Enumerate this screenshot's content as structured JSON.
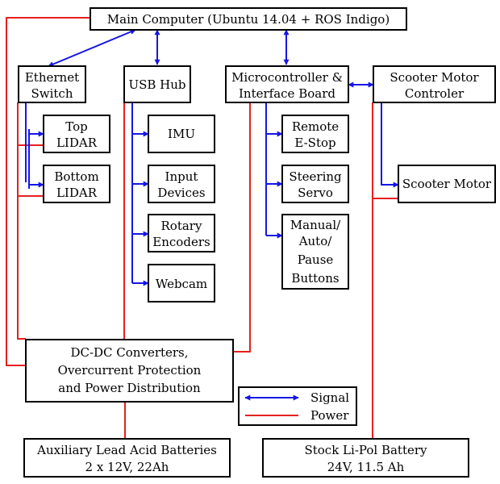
{
  "colors": {
    "signal": "#1515e6",
    "power": "#e62020",
    "box_border": "#000000"
  },
  "boxes": {
    "main_computer": [
      "Main Computer (Ubuntu 14.04 + ROS Indigo)"
    ],
    "ethernet_switch": [
      "Ethernet",
      "Switch"
    ],
    "usb_hub": [
      "USB Hub"
    ],
    "microcontroller": [
      "Microcontroller &",
      "Interface Board"
    ],
    "scooter_motor_controller": [
      "Scooter Motor",
      "Controler"
    ],
    "top_lidar": [
      "Top",
      "LIDAR"
    ],
    "bottom_lidar": [
      "Bottom",
      "LIDAR"
    ],
    "imu": [
      "IMU"
    ],
    "input_devices": [
      "Input",
      "Devices"
    ],
    "rotary_encoders": [
      "Rotary",
      "Encoders"
    ],
    "webcam": [
      "Webcam"
    ],
    "remote_estop": [
      "Remote",
      "E-Stop"
    ],
    "steering_servo": [
      "Steering",
      "Servo"
    ],
    "buttons": [
      "Manual/",
      "Auto/",
      "Pause",
      "Buttons"
    ],
    "scooter_motor": [
      "Scooter Motor"
    ],
    "dcdc": [
      "DC-DC Converters,",
      "Overcurrent Protection",
      "and Power Distribution"
    ],
    "aux_batteries": [
      "Auxiliary Lead Acid Batteries",
      "2 x 12V, 22Ah"
    ],
    "lipo_battery": [
      "Stock Li-Pol Battery",
      "24V, 11.5 Ah"
    ]
  },
  "legend": {
    "signal": "Signal",
    "power": "Power"
  }
}
